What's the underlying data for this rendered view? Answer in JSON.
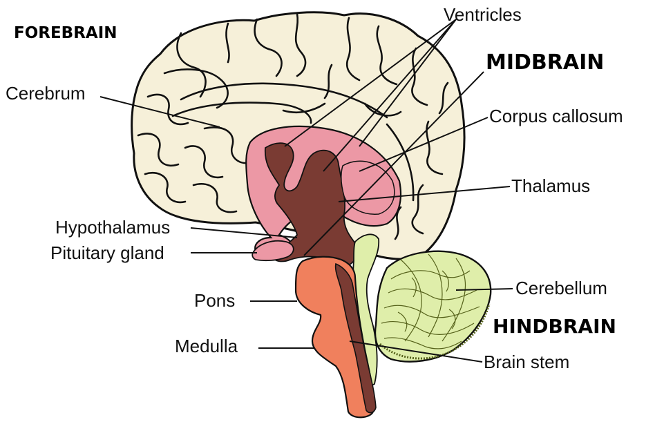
{
  "sections": {
    "forebrain": "FOREBRAIN",
    "midbrain": "MIDBRAIN",
    "hindbrain": "HINDBRAIN"
  },
  "labels": {
    "ventricles": "Ventricles",
    "cerebrum": "Cerebrum",
    "corpus_callosum": "Corpus callosum",
    "thalamus": "Thalamus",
    "hypothalamus": "Hypothalamus",
    "pituitary_gland": "Pituitary gland",
    "pons": "Pons",
    "medulla": "Medulla",
    "cerebellum": "Cerebellum",
    "brain_stem": "Brain stem"
  },
  "colors": {
    "cerebrum": "#f6f0d9",
    "ventricles": "#7a3b33",
    "pink_structures": "#ec98a5",
    "brain_stem": "#f0805d",
    "cerebellum": "#dfeeaa"
  }
}
